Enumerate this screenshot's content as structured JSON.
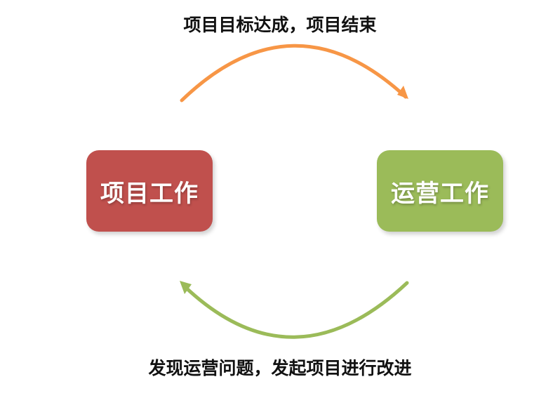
{
  "top_arrow": {
    "label": "项目目标达成，项目结束",
    "color": "#F79646"
  },
  "bottom_arrow": {
    "label": "发现运营问题，发起项目进行改进",
    "color": "#9BBB59"
  },
  "nodes": {
    "project": {
      "label": "项目工作",
      "color": "#C0504D"
    },
    "operations": {
      "label": "运营工作",
      "color": "#9BBB59"
    }
  }
}
